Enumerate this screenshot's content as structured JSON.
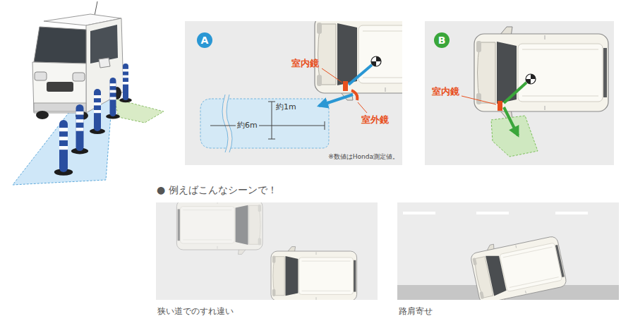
{
  "diagram": {
    "nodes": [
      {
        "text": [
          "A"
        ]
      },
      {
        "text": [
          "B"
        ]
      },
      {
        "text": [
          "狭い道でのすれ違い"
        ]
      },
      {
        "text": [
          "路肩寄せ"
        ]
      }
    ],
    "labels": [
      "室内鏡",
      "約1m",
      "約6m",
      "室外鏡",
      "※数値はHonda測定値。",
      "室内鏡",
      "● 例えばこんなシーンで！"
    ]
  }
}
